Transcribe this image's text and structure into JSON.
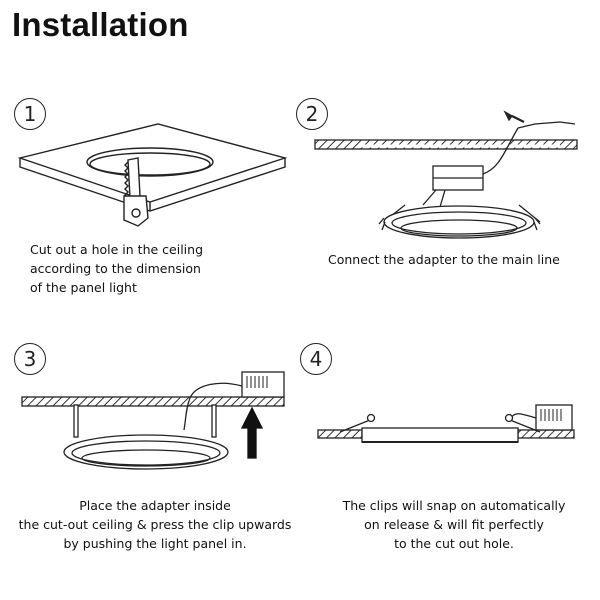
{
  "title": "Installation",
  "steps": [
    {
      "number": "1",
      "lines": [
        "Cut out a hole in the ceiling",
        "according to the dimension",
        "of the panel light"
      ]
    },
    {
      "number": "2",
      "lines": [
        "Connect the adapter to the main line"
      ]
    },
    {
      "number": "3",
      "lines": [
        "Place the adapter inside",
        "the cut-out ceiling & press the clip upwards",
        "by pushing the light panel in."
      ]
    },
    {
      "number": "4",
      "lines": [
        "The clips will snap on automatically",
        "on release & will fit perfectly",
        "to the cut out hole."
      ]
    }
  ]
}
